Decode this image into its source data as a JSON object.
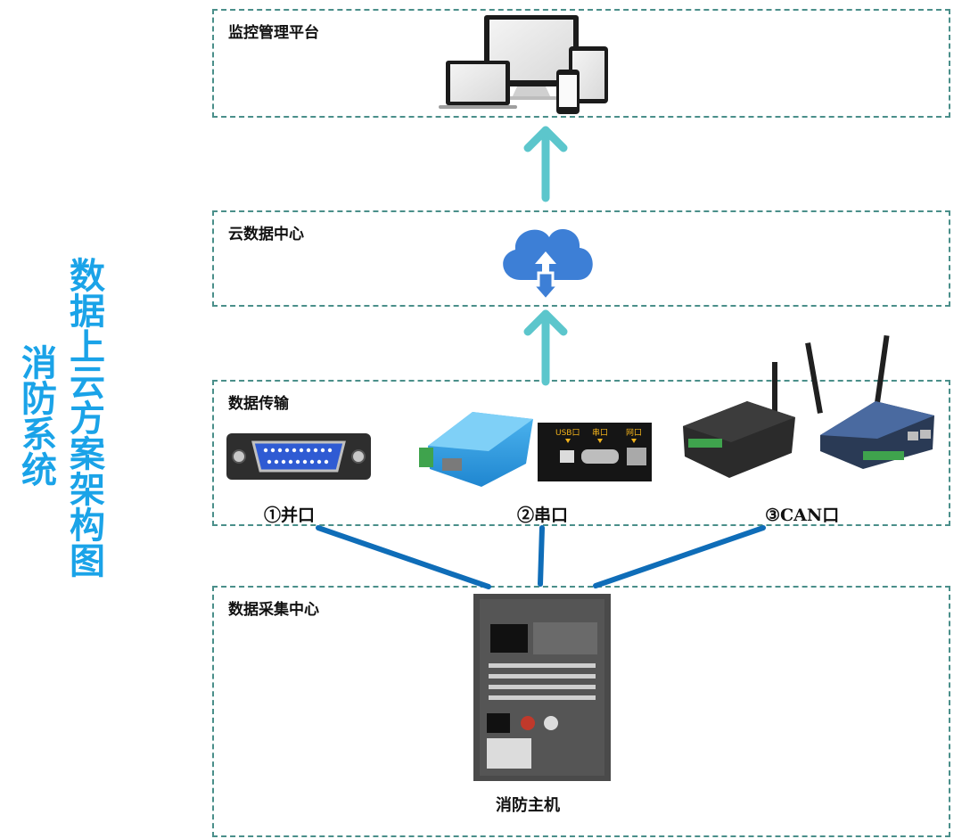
{
  "title": {
    "left": "消防系统",
    "right": "数据上云方案架构图"
  },
  "sections": {
    "monitor": "监控管理平台",
    "cloud": "云数据中心",
    "transmission": "数据传输",
    "collection": "数据采集中心"
  },
  "ports": {
    "parallel": "①并口",
    "serial": "②串口",
    "can": "③CAN口"
  },
  "port_panel": {
    "usb": "USB口",
    "serial": "串口",
    "net": "网口"
  },
  "host": {
    "label": "消防主机"
  },
  "colors": {
    "title": "#1aa3e8",
    "arrow": "#5cc6cc",
    "line": "#0f6db8",
    "border": "#4a8f8a",
    "cloud": "#3d7fd6"
  }
}
